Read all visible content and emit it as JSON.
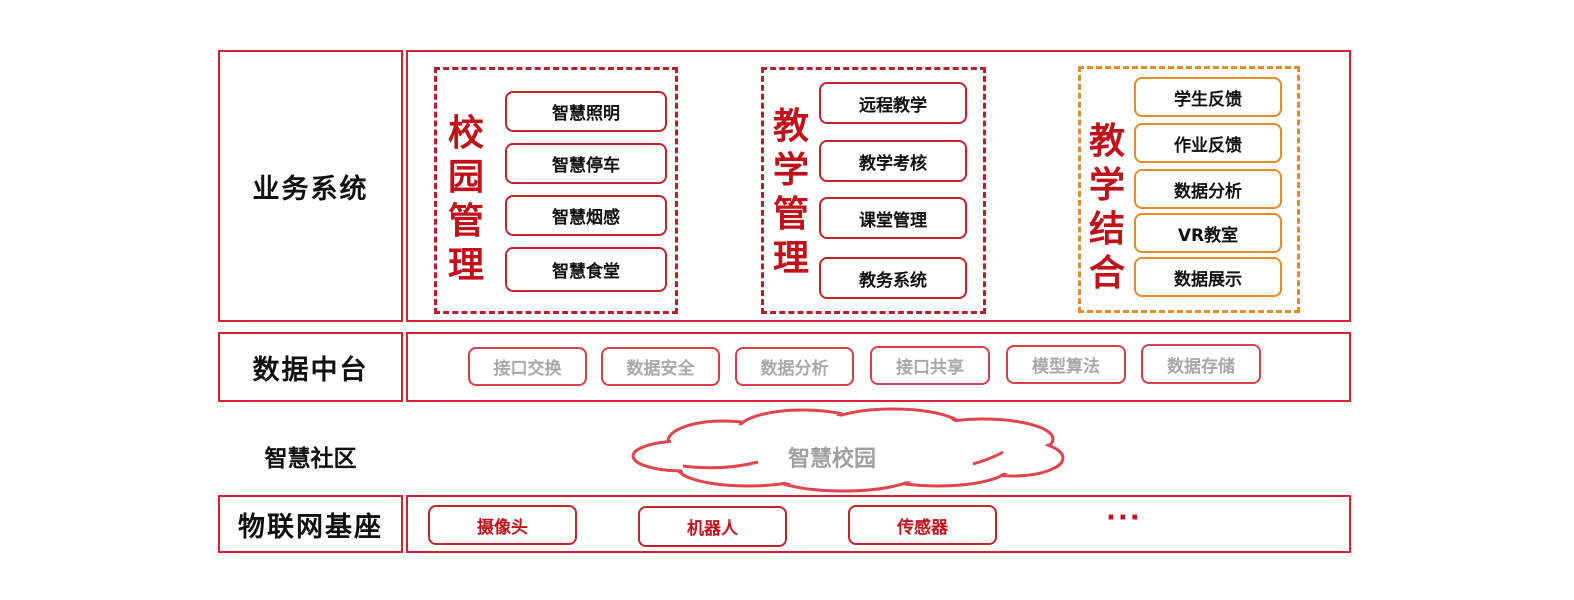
{
  "rows": {
    "business": "业务系统",
    "data_platform": "数据中台",
    "community": "智慧社区",
    "iot": "物联网基座"
  },
  "groups": {
    "campus": {
      "title": "校园管理",
      "items": [
        "智慧照明",
        "智慧停车",
        "智慧烟感",
        "智慧食堂"
      ]
    },
    "teaching": {
      "title": "教学管理",
      "items": [
        "远程教学",
        "教学考核",
        "课堂管理",
        "教务系统"
      ]
    },
    "combined": {
      "title": "教学结合",
      "items": [
        "学生反馈",
        "作业反馈",
        "数据分析",
        "VR教室",
        "数据展示"
      ]
    }
  },
  "data_platform_items": [
    "接口交换",
    "数据安全",
    "数据分析",
    "接口共享",
    "模型算法",
    "数据存储"
  ],
  "cloud": "智慧校园",
  "iot_items": [
    "摄像头",
    "机器人",
    "传感器"
  ],
  "iot_more": "···",
  "colors": {
    "red": "#d0242e",
    "dark_red": "#c1121b",
    "orange": "#e78a2a",
    "muted_text": "#a8a8a8"
  }
}
